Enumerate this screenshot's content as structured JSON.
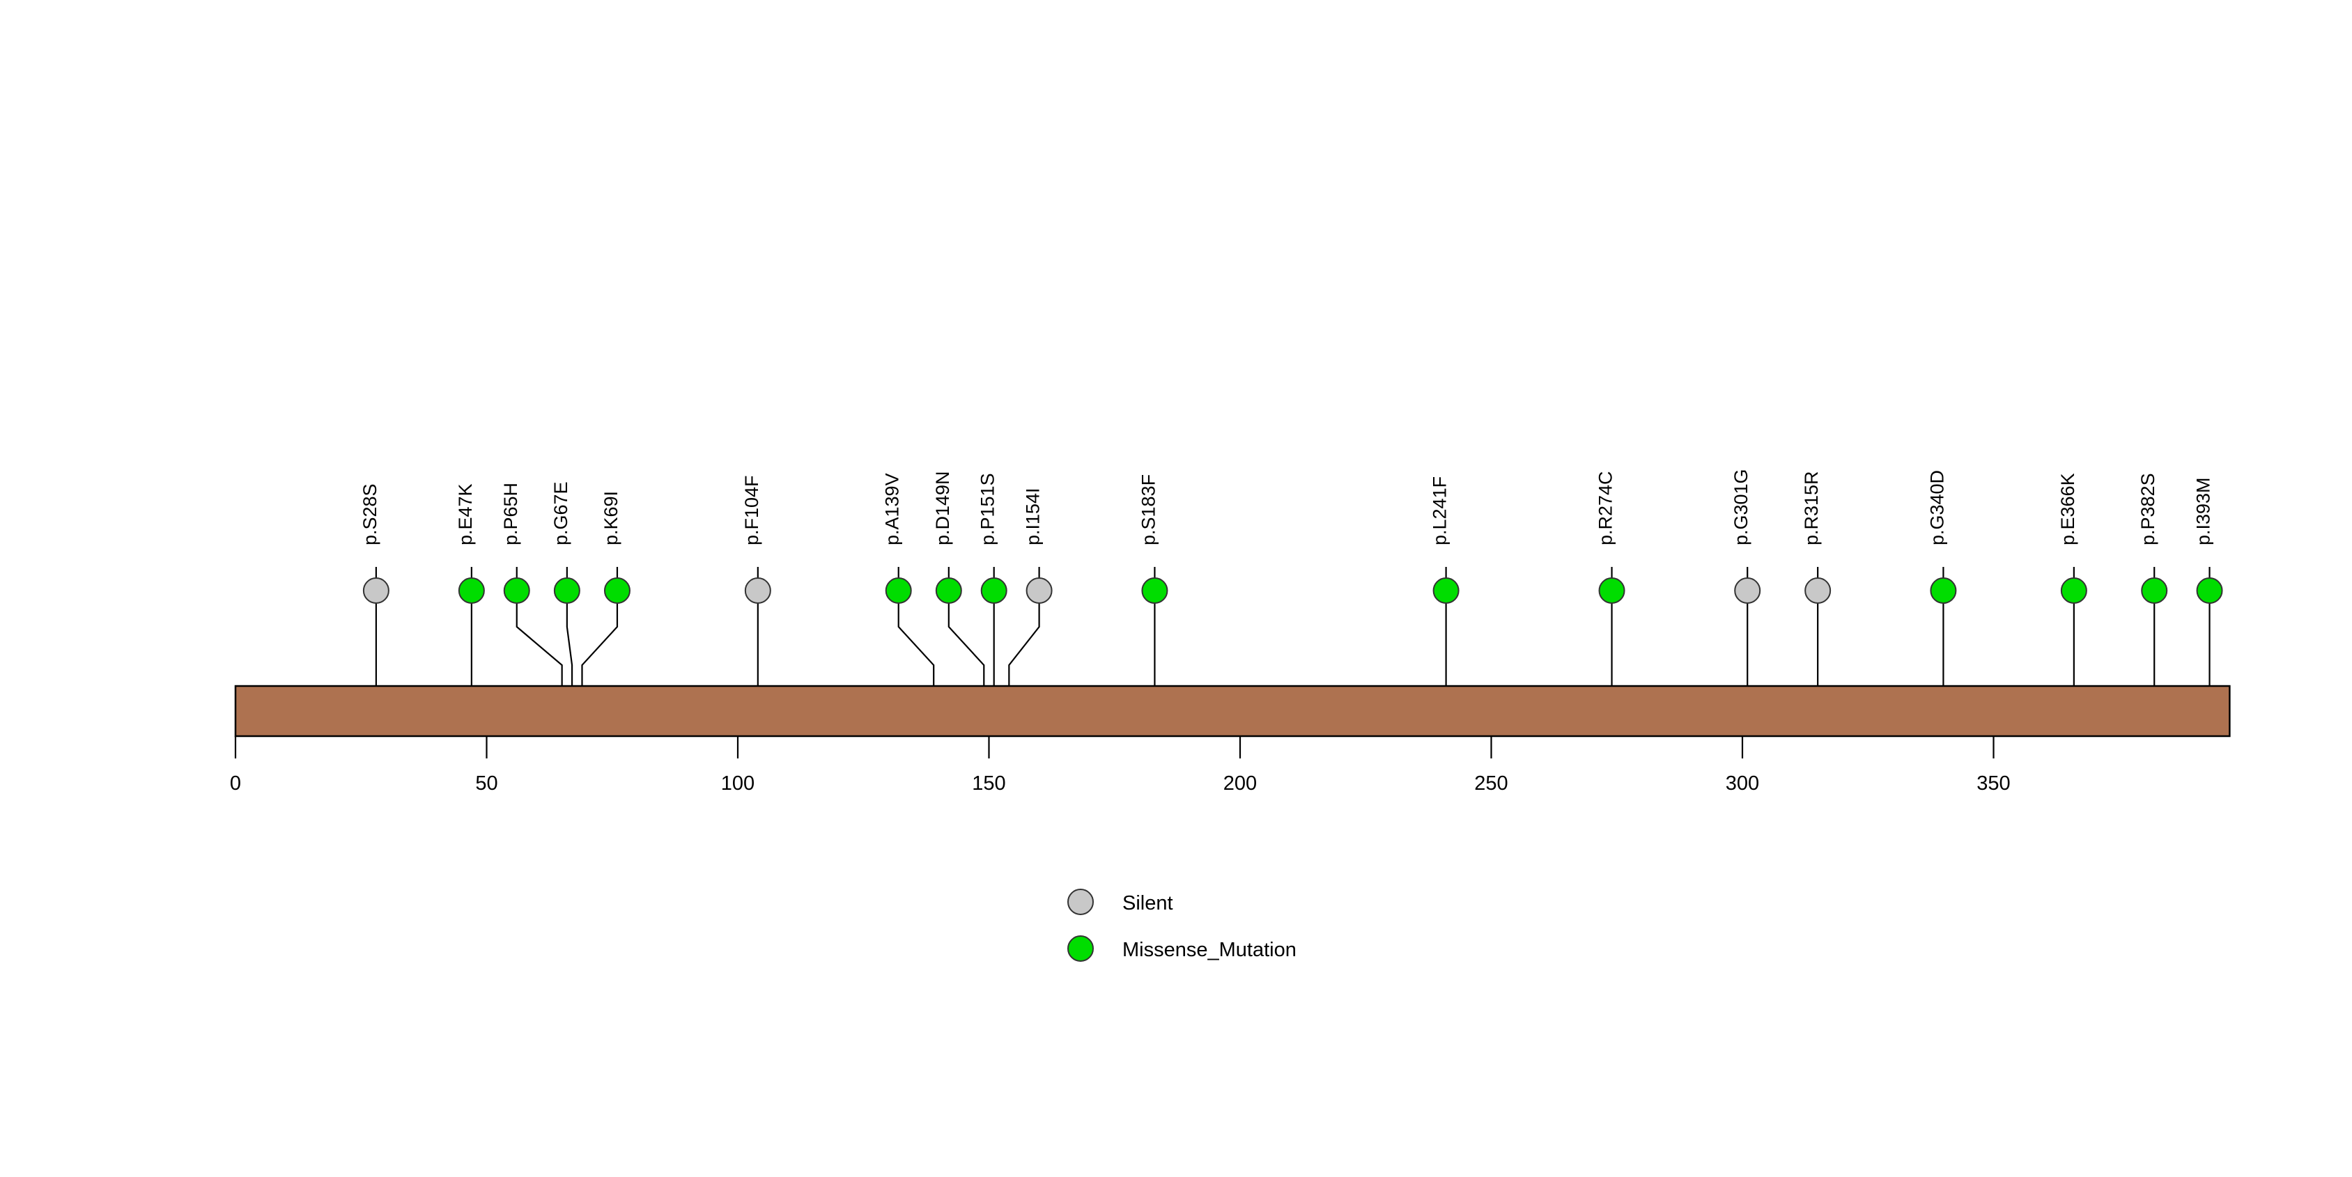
{
  "chart_data": {
    "type": "lollipop",
    "title": "",
    "subtitle": "",
    "xlabel": "",
    "ylabel": "",
    "xlim": [
      0,
      400
    ],
    "grid": false,
    "legend_position": "bottom-center",
    "protein_track": {
      "name": "protein-backbone",
      "start": 0,
      "end": 397,
      "color": "#AE7250",
      "border_color": "#000000"
    },
    "axis": {
      "ticks": [
        0,
        50,
        100,
        150,
        200,
        250,
        300,
        350
      ],
      "tick_labels": [
        "0",
        "50",
        "100",
        "150",
        "200",
        "250",
        "300",
        "350"
      ]
    },
    "categories": [
      "p.S28S",
      "p.E47K",
      "p.P65H",
      "p.G67E",
      "p.K69I",
      "p.F104F",
      "p.A139V",
      "p.D149N",
      "p.P151S",
      "p.I154I",
      "p.S183F",
      "p.L241F",
      "p.R274C",
      "p.G301G",
      "p.R315R",
      "p.G340D",
      "p.E366K",
      "p.P382S",
      "p.I393M"
    ],
    "x": [
      28,
      47,
      65,
      67,
      69,
      104,
      139,
      149,
      151,
      154,
      183,
      241,
      274,
      301,
      315,
      340,
      366,
      382,
      393
    ],
    "values": [
      1,
      1,
      1,
      1,
      1,
      1,
      1,
      1,
      1,
      1,
      1,
      1,
      1,
      1,
      1,
      1,
      1,
      1,
      1
    ],
    "mutations": [
      {
        "label": "p.S28S",
        "pos": 28,
        "type": "Silent",
        "color": "#C8C8C8",
        "label_x": 28,
        "count": 1
      },
      {
        "label": "p.E47K",
        "pos": 47,
        "type": "Missense_Mutation",
        "color": "#00DD00",
        "label_x": 47,
        "count": 1
      },
      {
        "label": "p.P65H",
        "pos": 65,
        "type": "Missense_Mutation",
        "color": "#00DD00",
        "label_x": 56,
        "count": 1
      },
      {
        "label": "p.G67E",
        "pos": 67,
        "type": "Missense_Mutation",
        "color": "#00DD00",
        "label_x": 66,
        "count": 1
      },
      {
        "label": "p.K69I",
        "pos": 69,
        "type": "Missense_Mutation",
        "color": "#00DD00",
        "label_x": 76,
        "count": 1
      },
      {
        "label": "p.F104F",
        "pos": 104,
        "type": "Silent",
        "color": "#C8C8C8",
        "label_x": 104,
        "count": 1
      },
      {
        "label": "p.A139V",
        "pos": 139,
        "type": "Missense_Mutation",
        "color": "#00DD00",
        "label_x": 132,
        "count": 1
      },
      {
        "label": "p.D149N",
        "pos": 149,
        "type": "Missense_Mutation",
        "color": "#00DD00",
        "label_x": 142,
        "count": 1
      },
      {
        "label": "p.P151S",
        "pos": 151,
        "type": "Missense_Mutation",
        "color": "#00DD00",
        "label_x": 151,
        "count": 1
      },
      {
        "label": "p.I154I",
        "pos": 154,
        "type": "Silent",
        "color": "#C8C8C8",
        "label_x": 160,
        "count": 1
      },
      {
        "label": "p.S183F",
        "pos": 183,
        "type": "Missense_Mutation",
        "color": "#00DD00",
        "label_x": 183,
        "count": 1
      },
      {
        "label": "p.L241F",
        "pos": 241,
        "type": "Missense_Mutation",
        "color": "#00DD00",
        "label_x": 241,
        "count": 1
      },
      {
        "label": "p.R274C",
        "pos": 274,
        "type": "Missense_Mutation",
        "color": "#00DD00",
        "label_x": 274,
        "count": 1
      },
      {
        "label": "p.G301G",
        "pos": 301,
        "type": "Silent",
        "color": "#C8C8C8",
        "label_x": 301,
        "count": 1
      },
      {
        "label": "p.R315R",
        "pos": 315,
        "type": "Silent",
        "color": "#C8C8C8",
        "label_x": 315,
        "count": 1
      },
      {
        "label": "p.G340D",
        "pos": 340,
        "type": "Missense_Mutation",
        "color": "#00DD00",
        "label_x": 340,
        "count": 1
      },
      {
        "label": "p.E366K",
        "pos": 366,
        "type": "Missense_Mutation",
        "color": "#00DD00",
        "label_x": 366,
        "count": 1
      },
      {
        "label": "p.P382S",
        "pos": 382,
        "type": "Missense_Mutation",
        "color": "#00DD00",
        "label_x": 382,
        "count": 1
      },
      {
        "label": "p.I393M",
        "pos": 393,
        "type": "Missense_Mutation",
        "color": "#00DD00",
        "label_x": 393,
        "count": 1
      }
    ],
    "legend": [
      {
        "label": "Silent",
        "color": "#C8C8C8"
      },
      {
        "label": "Missense_Mutation",
        "color": "#00DD00"
      }
    ]
  }
}
